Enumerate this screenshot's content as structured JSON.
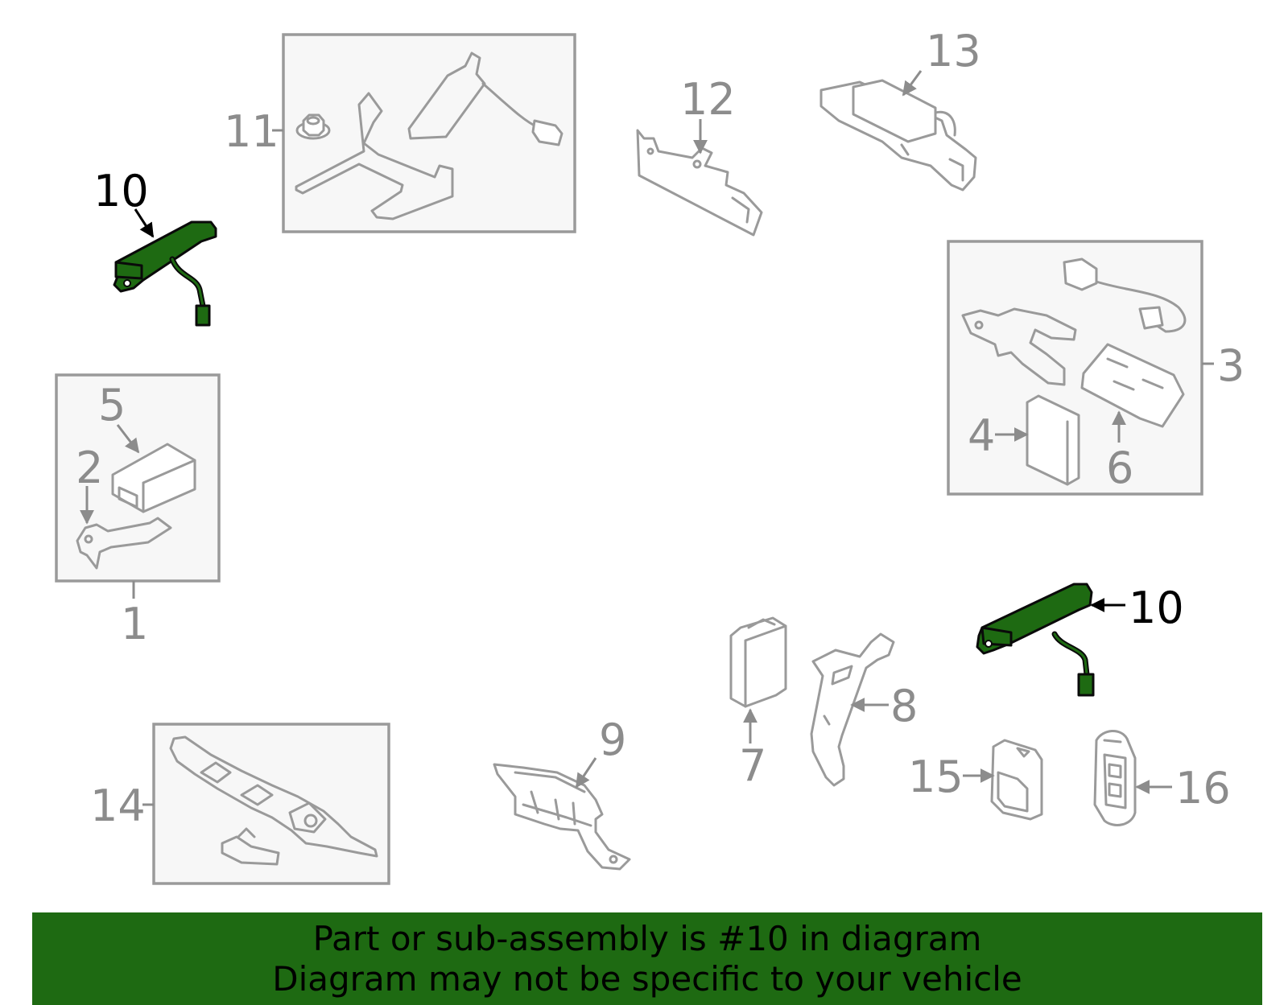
{
  "callouts": {
    "c1": "1",
    "c2": "2",
    "c3": "3",
    "c4": "4",
    "c5": "5",
    "c6": "6",
    "c7": "7",
    "c8": "8",
    "c9": "9",
    "c10a": "10",
    "c10b": "10",
    "c11": "11",
    "c12": "12",
    "c13": "13",
    "c14": "14",
    "c15": "15",
    "c16": "16"
  },
  "banner": {
    "line1": "Part or sub-assembly is #10 in diagram",
    "line2": "Diagram may not be specific to your vehicle"
  },
  "colors": {
    "highlight": "#1e6a12",
    "banner_bg": "#1e6a12",
    "outline": "#9a9a9a",
    "box_fill": "#f7f7f7"
  }
}
